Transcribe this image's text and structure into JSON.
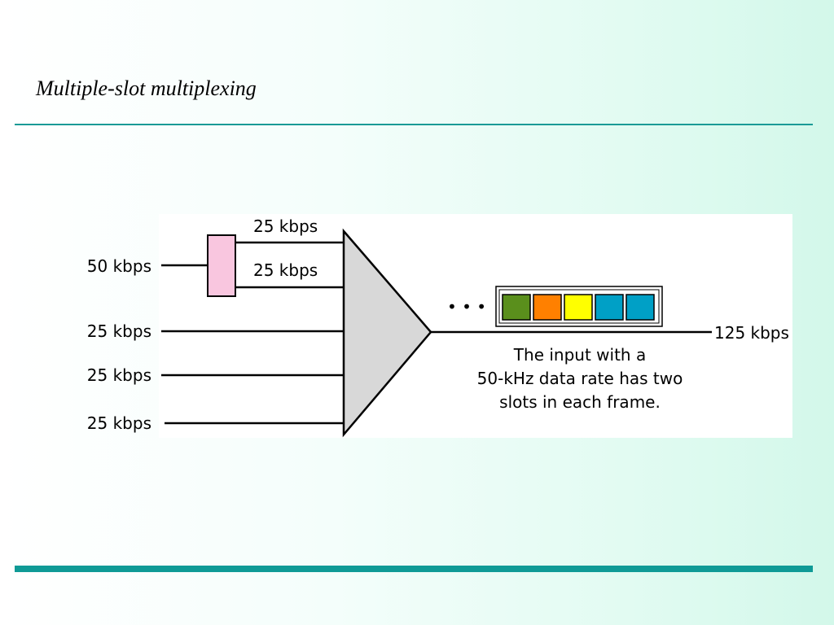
{
  "slide": {
    "title": "Multiple-slot multiplexing"
  },
  "diagram": {
    "inputs": [
      {
        "label": "50 kbps",
        "branches": [
          "25 kbps",
          "25 kbps"
        ]
      },
      {
        "label": "25 kbps"
      },
      {
        "label": "25 kbps"
      },
      {
        "label": "25 kbps"
      }
    ],
    "output_label": "125 kbps",
    "ellipsis": "• • •",
    "frame_slots": [
      {
        "color": "#5a8f1c"
      },
      {
        "color": "#ff8000"
      },
      {
        "color": "#ffff00"
      },
      {
        "color": "#00a0c6"
      },
      {
        "color": "#00a0c6"
      }
    ],
    "note_lines": [
      "The input with a",
      "50-kHz data rate has two",
      "slots in each frame."
    ],
    "colors": {
      "splitter_fill": "#f9c6df",
      "mux_fill": "#d8d8d8",
      "accent_rule": "#0f9a96"
    }
  }
}
